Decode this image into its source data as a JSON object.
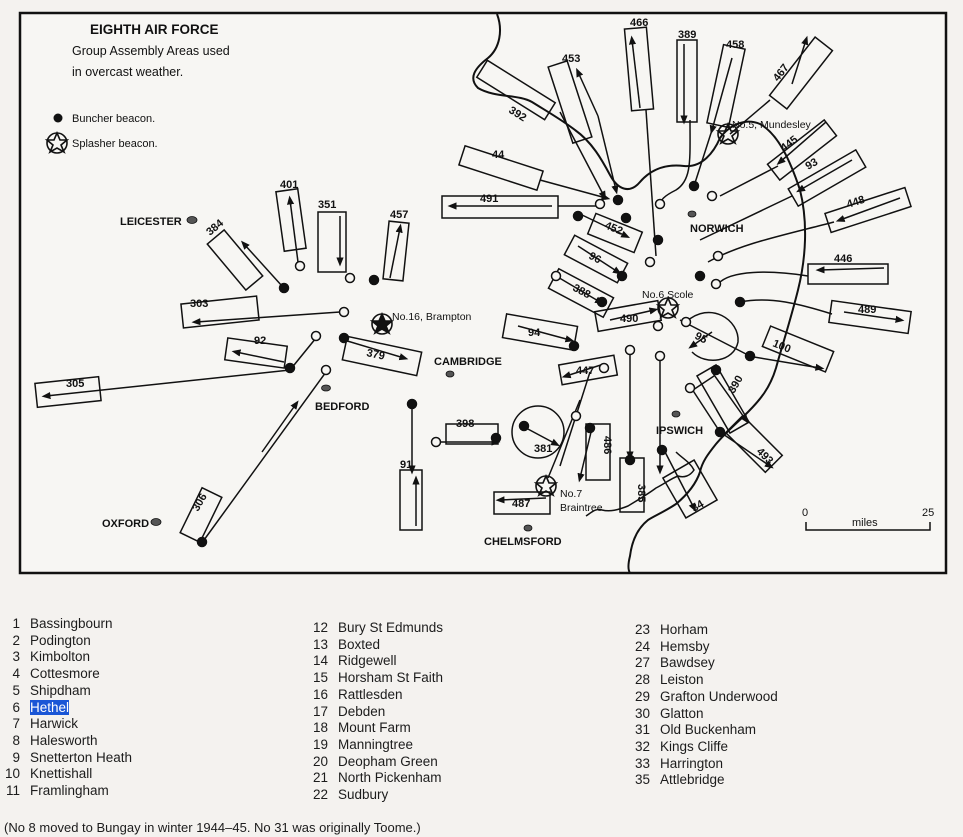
{
  "map": {
    "title_lines": [
      "EIGHTH AIR FORCE",
      "Group Assembly Areas used",
      "in overcast weather."
    ],
    "key": {
      "buncher": "Buncher beacon.",
      "splasher": "Splasher beacon."
    },
    "towns": [
      {
        "id": "leicester",
        "name": "LEICESTER"
      },
      {
        "id": "bedford",
        "name": "BEDFORD"
      },
      {
        "id": "oxford",
        "name": "OXFORD"
      },
      {
        "id": "cambridge",
        "name": "CAMBRIDGE"
      },
      {
        "id": "norwich",
        "name": "NORWICH"
      },
      {
        "id": "ipswich",
        "name": "IPSWICH"
      },
      {
        "id": "chelmsford",
        "name": "CHELMSFORD"
      }
    ],
    "splashers": [
      {
        "id": "brampton",
        "label": "No.16, Brampton"
      },
      {
        "id": "mundesley",
        "label": "No.5, Mundesley"
      },
      {
        "id": "scole",
        "label": "No.6 Scole"
      },
      {
        "id": "braintree",
        "label_lines": [
          "No.7",
          "Braintree"
        ]
      }
    ],
    "groups": [
      "392",
      "44",
      "453",
      "466",
      "389",
      "458",
      "467",
      "445",
      "93",
      "448",
      "446",
      "489",
      "100",
      "390",
      "493",
      "34",
      "385",
      "486",
      "381",
      "487",
      "398",
      "91",
      "447",
      "94",
      "490",
      "95",
      "388",
      "96",
      "452",
      "491",
      "457",
      "351",
      "401",
      "384",
      "303",
      "92",
      "379",
      "305",
      "306"
    ],
    "scale": {
      "min": "0",
      "label": "miles",
      "max": "25"
    }
  },
  "stations": {
    "col1": [
      {
        "num": "1",
        "name": "Bassingbourn"
      },
      {
        "num": "2",
        "name": "Podington"
      },
      {
        "num": "3",
        "name": "Kimbolton"
      },
      {
        "num": "4",
        "name": "Cottesmore"
      },
      {
        "num": "5",
        "name": "Shipdham"
      },
      {
        "num": "6",
        "name": "Hethel",
        "selected": true
      },
      {
        "num": "7",
        "name": "Harwick"
      },
      {
        "num": "8",
        "name": "Halesworth"
      },
      {
        "num": "9",
        "name": "Snetterton Heath"
      },
      {
        "num": "10",
        "name": "Knettishall"
      },
      {
        "num": "11",
        "name": "Framlingham"
      }
    ],
    "col2": [
      {
        "num": "12",
        "name": "Bury St Edmunds"
      },
      {
        "num": "13",
        "name": "Boxted"
      },
      {
        "num": "14",
        "name": "Ridgewell"
      },
      {
        "num": "15",
        "name": "Horsham St Faith"
      },
      {
        "num": "16",
        "name": "Rattlesden"
      },
      {
        "num": "17",
        "name": "Debden"
      },
      {
        "num": "18",
        "name": "Mount Farm"
      },
      {
        "num": "19",
        "name": "Manningtree"
      },
      {
        "num": "20",
        "name": "Deopham Green"
      },
      {
        "num": "21",
        "name": "North Pickenham"
      },
      {
        "num": "22",
        "name": "Sudbury"
      }
    ],
    "col3": [
      {
        "num": "23",
        "name": "Horham"
      },
      {
        "num": "24",
        "name": "Hemsby"
      },
      {
        "num": "27",
        "name": "Bawdsey"
      },
      {
        "num": "28",
        "name": "Leiston"
      },
      {
        "num": "29",
        "name": "Grafton Underwood"
      },
      {
        "num": "30",
        "name": "Glatton"
      },
      {
        "num": "31",
        "name": "Old Buckenham"
      },
      {
        "num": "32",
        "name": "Kings Cliffe"
      },
      {
        "num": "33",
        "name": "Harrington"
      },
      {
        "num": "35",
        "name": "Attlebridge"
      }
    ]
  },
  "footnote": "(No 8 moved to Bungay in winter 1944–45. No 31 was originally Toome.)"
}
